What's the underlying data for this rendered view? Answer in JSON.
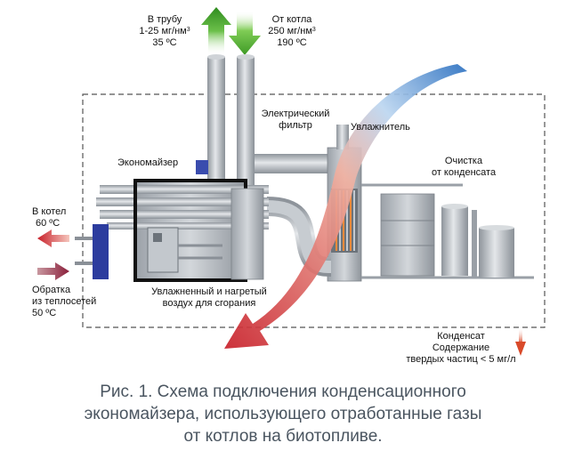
{
  "labels": {
    "to_chimney_1": "В трубу",
    "to_chimney_2": "1-25 мг/нм",
    "to_chimney_sup": "3",
    "to_chimney_3": "35 ºC",
    "from_boiler_1": "От котла",
    "from_boiler_2": "250 мг/нм",
    "from_boiler_sup": "3",
    "from_boiler_3": "190 ºC",
    "filter_1": "Электрический",
    "filter_2": "фильтр",
    "humidifier": "Увлажнитель",
    "economizer": "Экономайзер",
    "cleaning_1": "Очистка",
    "cleaning_2": "от конденсата",
    "to_boiler_1": "В котел",
    "to_boiler_2": "60 ºC",
    "return_1": "Обратка",
    "return_2": "из теплосетей",
    "return_3": "50 ºC",
    "air_1": "Увлажненный и нагретый",
    "air_2": "воздух для сгорания",
    "condensate_1": "Конденсат",
    "condensate_2": "Содержание",
    "condensate_3": "твердых частиц < 5 мг/л"
  },
  "caption": {
    "line1": "Рис. 1. Схема подключения конденсационного",
    "line2": "экономайзера, использующего отработанные газы",
    "line3": "от котлов на биотопливе."
  },
  "colors": {
    "arrow_up_green": "#3a9a2a",
    "arrow_down_green": "#5cb83a",
    "hot_red": "#c8202a",
    "cool_blue": "#2a6fc0",
    "pipe_gray": "#a9aeb5",
    "dashed_border": "#555555"
  }
}
